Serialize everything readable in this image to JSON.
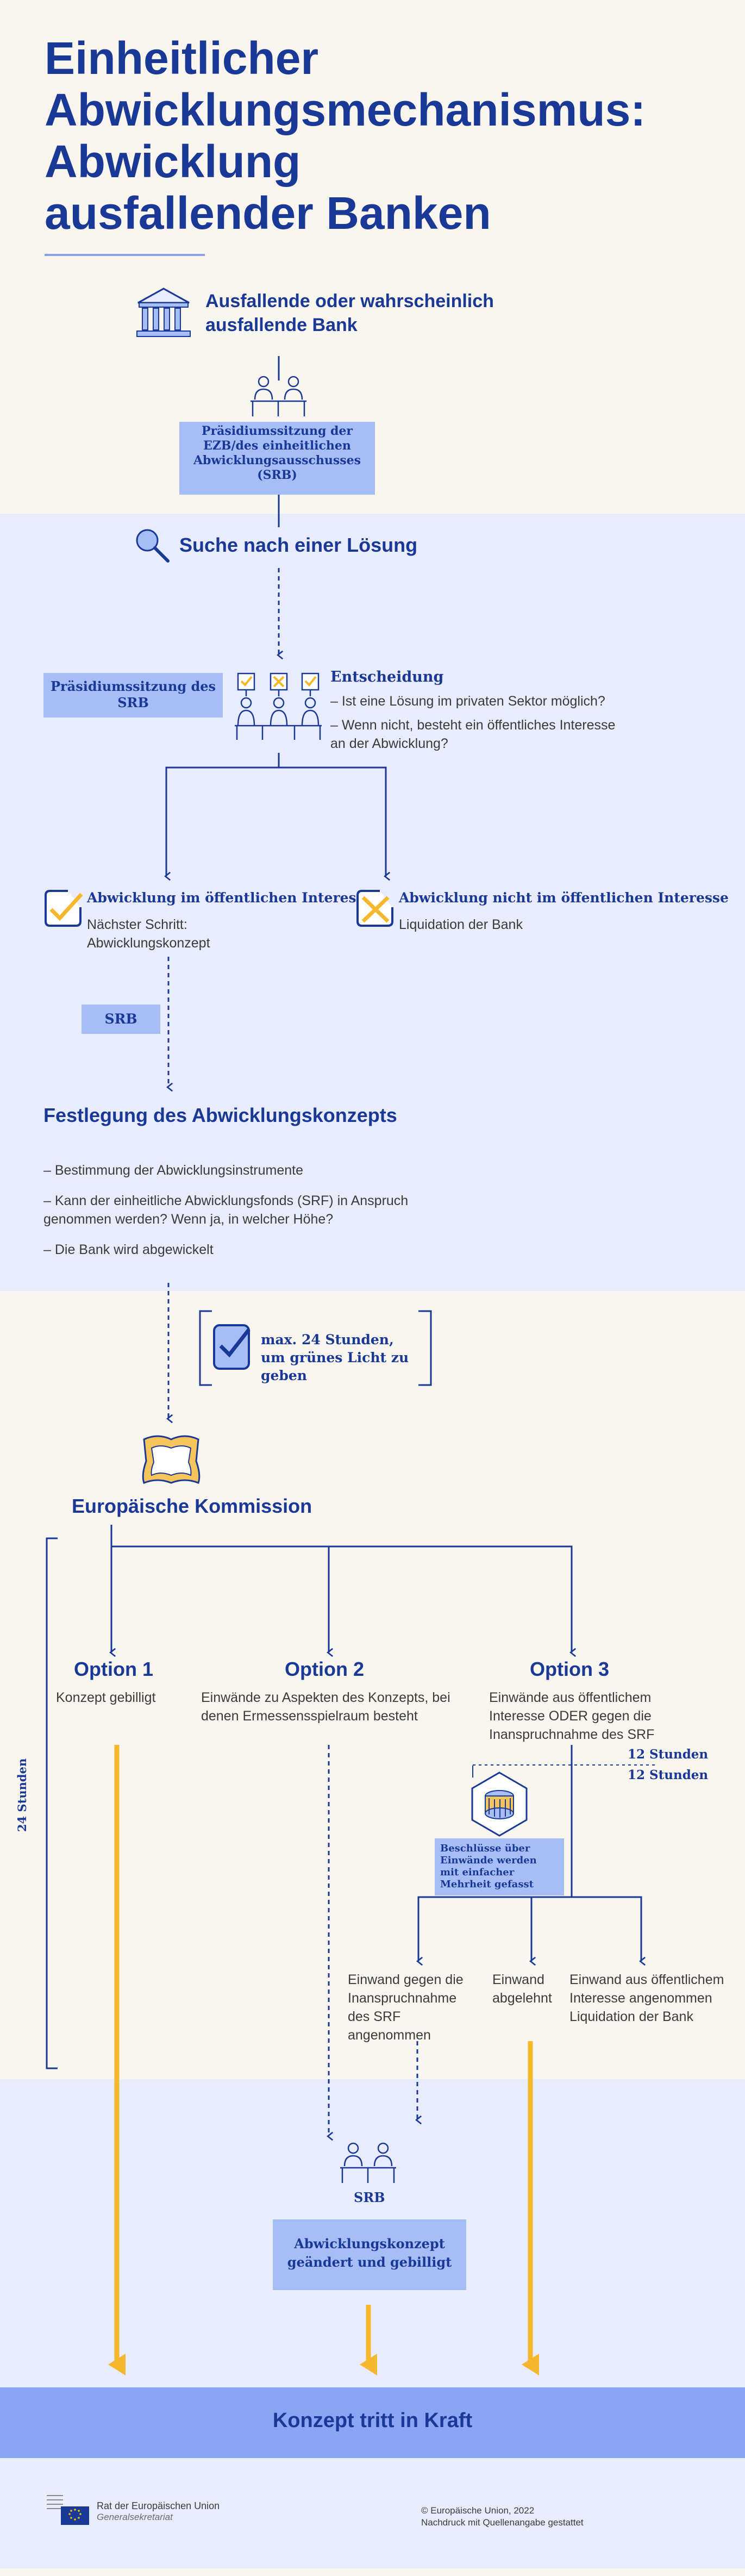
{
  "title_lines": [
    "Einheitlicher",
    "Abwicklungsmechanismus:",
    "Abwicklung",
    "ausfallender Banken"
  ],
  "bank_label": "Ausfallende oder wahrscheinlich ausfallende Bank",
  "presidium_ecb": "Präsidiumssitzung der EZB/des einheitlichen Abwicklungsausschusses (SRB)",
  "search_label": "Suche nach einer Lösung",
  "presidium_srb": "Präsidiumssitzung des SRB",
  "decision": {
    "heading": "Entscheidung",
    "q1": "– Ist eine Lösung im privaten Sektor möglich?",
    "q2": "– Wenn nicht, besteht ein öffentliches Interesse an der Abwicklung?"
  },
  "public_interest": {
    "heading": "Abwicklung im öffentlichen Interesse",
    "text": "Nächster Schritt: Abwicklungskonzept"
  },
  "no_public_interest": {
    "heading": "Abwicklung nicht im öffentlichen Interesse",
    "text": "Liquidation der Bank"
  },
  "srb_label": "SRB",
  "scheme": {
    "heading": "Festlegung des Abwicklungskonzepts",
    "items": [
      "– Bestimmung der Abwicklungsinstrumente",
      "– Kann der einheitliche Abwicklungsfonds (SRF) in Anspruch genommen werden? Wenn ja, in welcher Höhe?",
      "– Die Bank wird abgewickelt"
    ]
  },
  "hours24_box": "max. 24 Stunden, um grünes Licht zu geben",
  "commission": "Europäische Kommission",
  "hours24_vertical": "24 Stunden",
  "options": [
    {
      "title": "Option 1",
      "text": "Konzept gebilligt"
    },
    {
      "title": "Option 2",
      "text": "Einwände zu Aspekten des Konzepts, bei denen Ermessensspielraum besteht"
    },
    {
      "title": "Option 3",
      "text": "Einwände aus öffentlichem Interesse ODER gegen die Inanspruchnahme des SRF"
    }
  ],
  "hours12_a": "12 Stunden",
  "hours12_b": "12 Stunden",
  "council_box": "Beschlüsse über Einwände werden mit einfacher Mehrheit gefasst",
  "outcomes": [
    "Einwand gegen die Inanspruchnahme des SRF angenommen",
    "Einwand abgelehnt",
    "Einwand aus öffentlichem Interesse angenommen Liquidation der Bank"
  ],
  "srb_bottom": "SRB",
  "amended": "Abwicklungskonzept geändert und gebilligt",
  "enters_force": "Konzept tritt in Kraft",
  "footer": {
    "org": "Rat der Europäischen Union",
    "sub": "Generalsekretariat",
    "copy1": "© Europäische Union, 2022",
    "copy2": "Nachdruck mit Quellenangabe gestattet"
  },
  "colors": {
    "navy": "#1a3896",
    "light_blue": "#a7bdf5",
    "band": "#e8ecfc",
    "arrow_yellow": "#f5b72b",
    "page": "#f8f6ef"
  }
}
